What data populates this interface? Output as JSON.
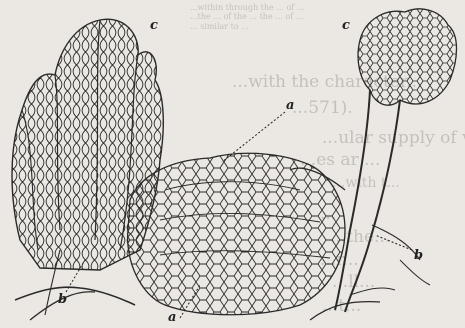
{
  "figure": {
    "labels": {
      "c_left": "c",
      "c_right": "c",
      "a_top": "a",
      "a_bottom": "a",
      "b_left": "b",
      "b_right": "b"
    }
  },
  "bleed_through": {
    "lines": [
      "...within through the ... of ...",
      "...the ... of the ... the ... of ...",
      "... similar to ...",
      "...with the character...",
      "...571).",
      "...ular supply of vas...",
      "...es ar ...",
      "...with t...",
      "...",
      "...the...",
      "...r...",
      "...ll...",
      "...t..."
    ]
  },
  "colors": {
    "paper": "#ebe8e3",
    "ink": "#2a2a2a"
  }
}
